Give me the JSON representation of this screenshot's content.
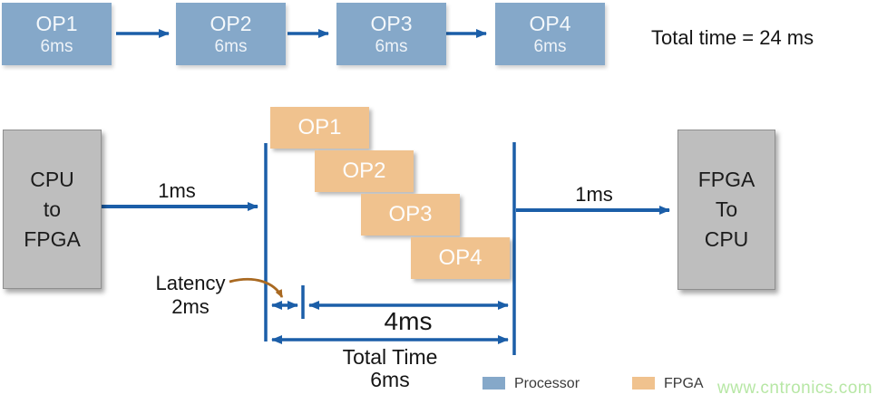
{
  "top_pipeline": {
    "ops": [
      {
        "name": "OP1",
        "time": "6ms"
      },
      {
        "name": "OP2",
        "time": "6ms"
      },
      {
        "name": "OP3",
        "time": "6ms"
      },
      {
        "name": "OP4",
        "time": "6ms"
      }
    ],
    "total_label": "Total time = 24 ms"
  },
  "bottom": {
    "cpu_to_fpga": {
      "line1": "CPU",
      "line2": "to",
      "line3": "FPGA"
    },
    "fpga_to_cpu": {
      "line1": "FPGA",
      "line2": "To",
      "line3": "CPU"
    },
    "transfer_in_label": "1ms",
    "transfer_out_label": "1ms",
    "fpga_ops": [
      "OP1",
      "OP2",
      "OP3",
      "OP4"
    ],
    "latency_label": {
      "line1": "Latency",
      "line2": "2ms"
    },
    "compute_span_label": "4ms",
    "total_span_label": {
      "line1": "Total Time",
      "line2": "6ms"
    }
  },
  "legend": {
    "processor": "Processor",
    "fpga": "FPGA"
  },
  "watermark": "www.cntronics.com",
  "colors": {
    "processor_blue": "#85a8c9",
    "fpga_orange": "#f0c28e",
    "arrow_blue": "#1b5ea8",
    "box_gray": "#bebebe",
    "latency_arrow_brown": "#a96921",
    "watermark_green": "#b7e7a5"
  }
}
